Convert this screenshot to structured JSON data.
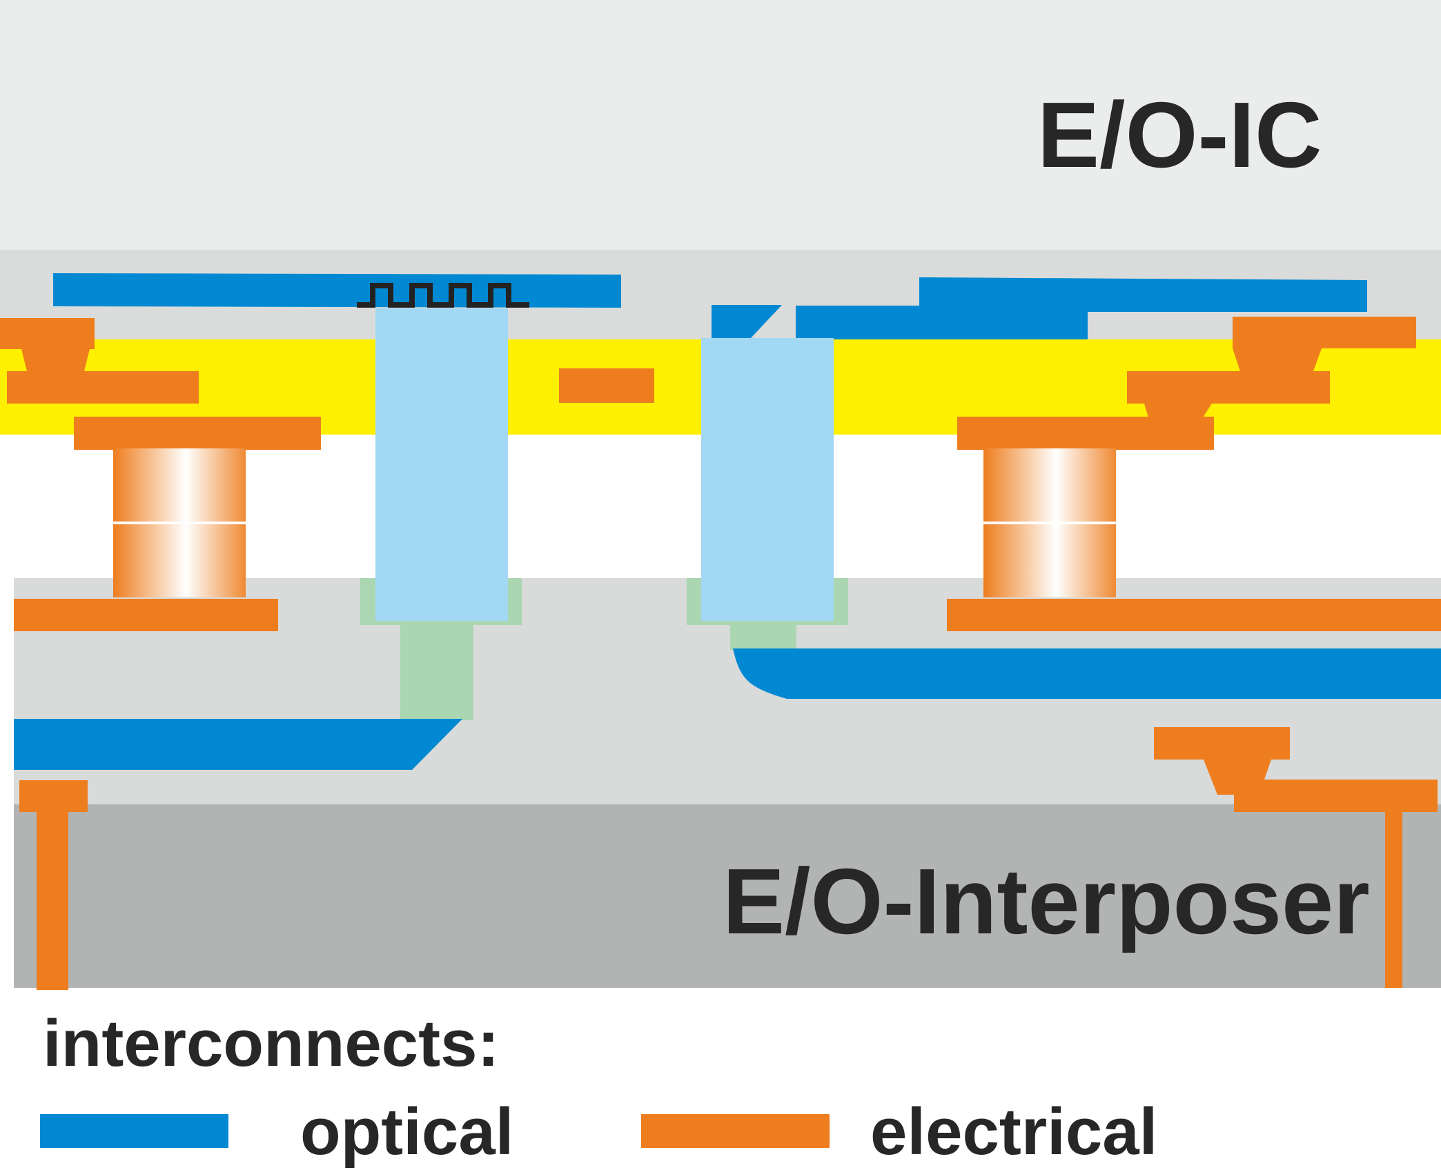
{
  "labels": {
    "top_chip": "E/O-IC",
    "bottom_chip": "E/O-Interposer"
  },
  "legend": {
    "title": "interconnects:",
    "items": [
      {
        "key": "optical",
        "label": "optical",
        "color": "#0089d2"
      },
      {
        "key": "electrical",
        "label": "electrical",
        "color": "#ee7d1e"
      }
    ]
  },
  "colors": {
    "ic_substrate": "#ebedec",
    "ic_cladding": "#dadcdb",
    "interposer_cladding": "#d9dbda",
    "interposer_substrate": "#b2b3b3",
    "metal_layer": "#fff000",
    "waveguide_optical": "#0089d2",
    "electrical": "#ee7d1e",
    "coupler_pillar": "#a3d8f4",
    "polymer_fill": "#aad6b2",
    "grating": "#222222",
    "text": "#272727"
  }
}
